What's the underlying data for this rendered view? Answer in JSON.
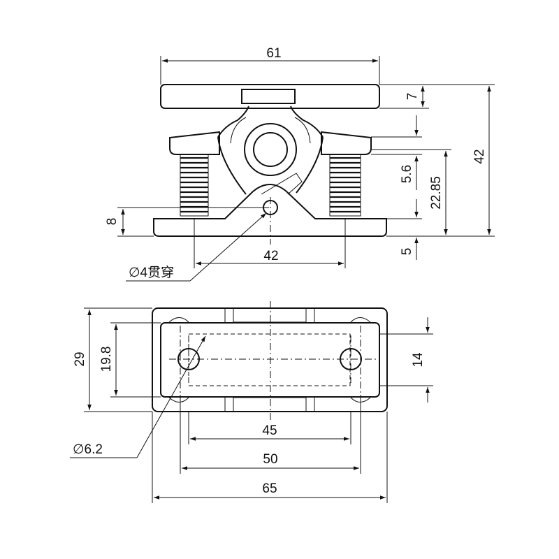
{
  "front_view": {
    "dim_width_top": "61",
    "dim_handle_thickness": "7",
    "dim_total_height": "42",
    "dim_spring_height": "5.6",
    "dim_pivot_height": "22.85",
    "dim_base_height": "8",
    "dim_base_thickness": "5",
    "dim_hole_spacing": "42",
    "note_hole": "∅4贯穿"
  },
  "top_view": {
    "dim_outer_depth": "29",
    "dim_inner_depth": "19.8",
    "dim_slot_width": "14",
    "dim_hole_spacing": "45",
    "dim_inner_width": "50",
    "dim_total_width": "65",
    "note_hole": "∅6.2"
  }
}
